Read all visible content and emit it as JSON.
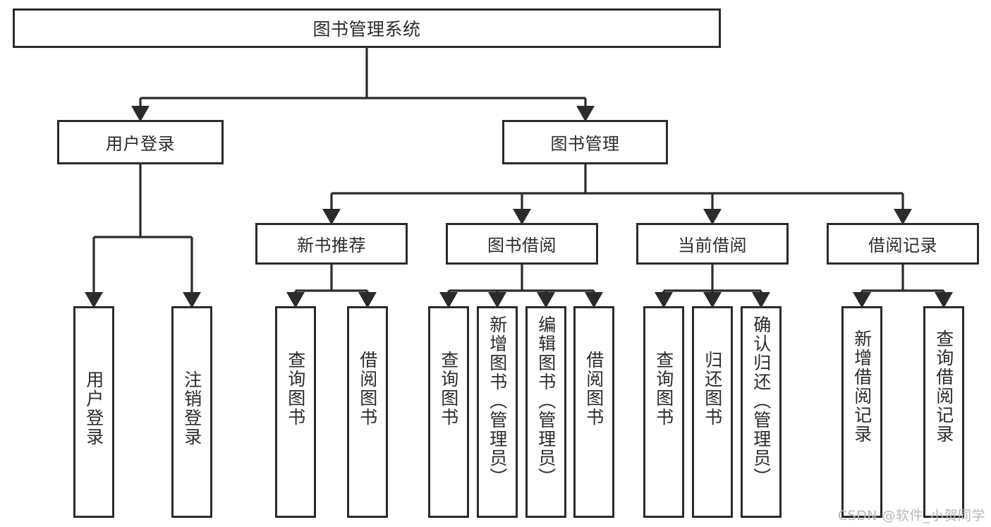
{
  "diagram": {
    "title": "图书管理系统",
    "type": "tree",
    "line_color": "#2b2b2b",
    "box_fill": "#ffffff",
    "watermark": "CSDN @软件_小贺同学",
    "root": {
      "id": "root",
      "label": "图书管理系统"
    },
    "level2": [
      {
        "id": "user-login",
        "label": "用户登录"
      },
      {
        "id": "book-manage",
        "label": "图书管理"
      }
    ],
    "level3": [
      {
        "id": "new-book-recommend",
        "label": "新书推荐"
      },
      {
        "id": "book-borrow",
        "label": "图书借阅"
      },
      {
        "id": "current-borrow",
        "label": "当前借阅"
      },
      {
        "id": "borrow-record",
        "label": "借阅记录"
      }
    ],
    "leaves": {
      "user_login": [
        {
          "id": "leaf-user-login",
          "label": "用户登录"
        },
        {
          "id": "leaf-logout",
          "label": "注销登录"
        }
      ],
      "new_book_recommend": [
        {
          "id": "leaf-query-book-1",
          "label": "查询图书"
        },
        {
          "id": "leaf-borrow-book-1",
          "label": "借阅图书"
        }
      ],
      "book_borrow": [
        {
          "id": "leaf-query-book-2",
          "label": "查询图书"
        },
        {
          "id": "leaf-add-book",
          "label": "新增图书（管理员）"
        },
        {
          "id": "leaf-edit-book",
          "label": "编辑图书（管理员）"
        },
        {
          "id": "leaf-borrow-book-2",
          "label": "借阅图书"
        }
      ],
      "current_borrow": [
        {
          "id": "leaf-query-book-3",
          "label": "查询图书"
        },
        {
          "id": "leaf-return-book",
          "label": "归还图书"
        },
        {
          "id": "leaf-confirm-return",
          "label": "确认归还（管理员）"
        }
      ],
      "borrow_record": [
        {
          "id": "leaf-add-record",
          "label": "新增借阅记录"
        },
        {
          "id": "leaf-query-record",
          "label": "查询借阅记录"
        }
      ]
    }
  }
}
